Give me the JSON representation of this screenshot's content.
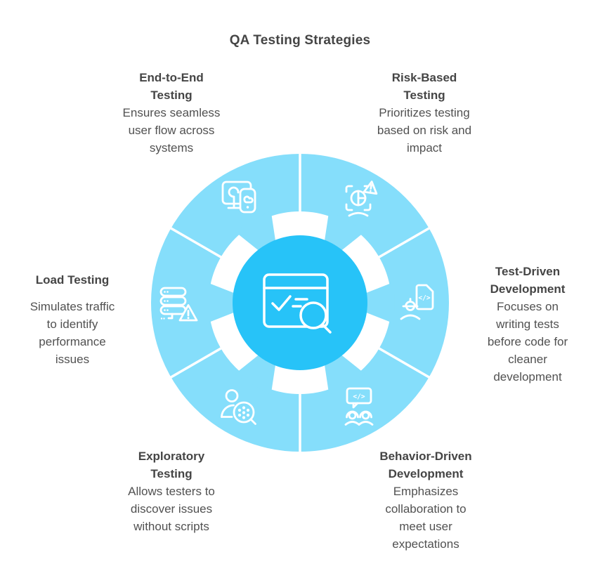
{
  "title": "QA Testing Strategies",
  "colors": {
    "ring": "#85DEFB",
    "hub": "#27C3F8",
    "heading_text": "#454545",
    "body_text": "#515151",
    "icon_stroke": "#FFFFFF",
    "background": "#FFFFFF"
  },
  "hub": {
    "icon": "browser-test-search-icon"
  },
  "glyphs": {
    "code": "</>"
  },
  "segments": [
    {
      "id": "end-to-end",
      "icon": "cross-platform-icon",
      "title_lines": [
        "End-to-End",
        "Testing"
      ],
      "desc_lines": [
        "Ensures seamless",
        "user flow across",
        "systems"
      ]
    },
    {
      "id": "risk-based",
      "icon": "globe-warning-icon",
      "title_lines": [
        "Risk-Based",
        "Testing"
      ],
      "desc_lines": [
        "Prioritizes testing",
        "based on risk and",
        "impact"
      ]
    },
    {
      "id": "test-driven",
      "icon": "engineer-code-doc-icon",
      "title_lines": [
        "Test-Driven",
        "Development"
      ],
      "desc_lines": [
        "Focuses on",
        "writing tests",
        "before code for",
        "cleaner",
        "development"
      ]
    },
    {
      "id": "behavior-driven",
      "icon": "code-chat-team-icon",
      "title_lines": [
        "Behavior-Driven",
        "Development"
      ],
      "desc_lines": [
        "Emphasizes",
        "collaboration to",
        "meet user",
        "expectations"
      ]
    },
    {
      "id": "exploratory",
      "icon": "tester-magnifier-icon",
      "title_lines": [
        "Exploratory",
        "Testing"
      ],
      "desc_lines": [
        "Allows testers to",
        "discover issues",
        "without scripts"
      ]
    },
    {
      "id": "load",
      "icon": "server-warning-icon",
      "title_lines": [
        "Load Testing"
      ],
      "desc_lines": [
        "Simulates traffic",
        "to identify",
        "performance",
        "issues"
      ]
    }
  ]
}
